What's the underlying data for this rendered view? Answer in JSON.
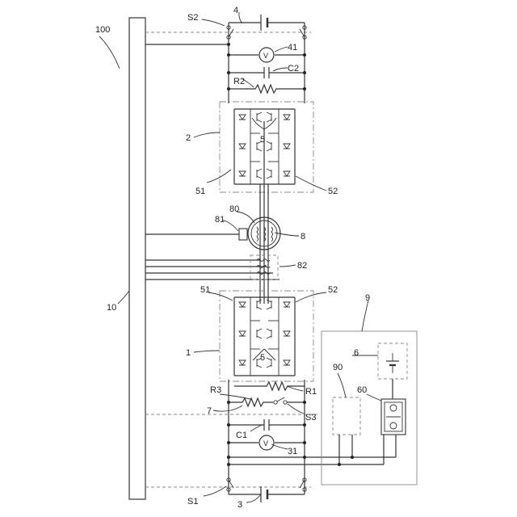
{
  "diagram": {
    "labels": {
      "l100": "100",
      "l10": "10",
      "lS1": "S1",
      "lS2": "S2",
      "lS3": "S3",
      "l1": "1",
      "l2": "2",
      "l3": "3",
      "l4": "4",
      "l5a": "5",
      "l5b": "5",
      "l6": "6",
      "l7": "7",
      "l8": "8",
      "l9": "9",
      "l31": "31",
      "l41": "41",
      "l51a": "51",
      "l51b": "51",
      "l52a": "52",
      "l52b": "52",
      "l60": "60",
      "l80": "80",
      "l81": "81",
      "l82": "82",
      "l90": "90",
      "lC1": "C1",
      "lC2": "C2",
      "lR1": "R1",
      "lR2": "R2",
      "lR3": "R3",
      "lV1": "V",
      "lV2": "V"
    }
  }
}
